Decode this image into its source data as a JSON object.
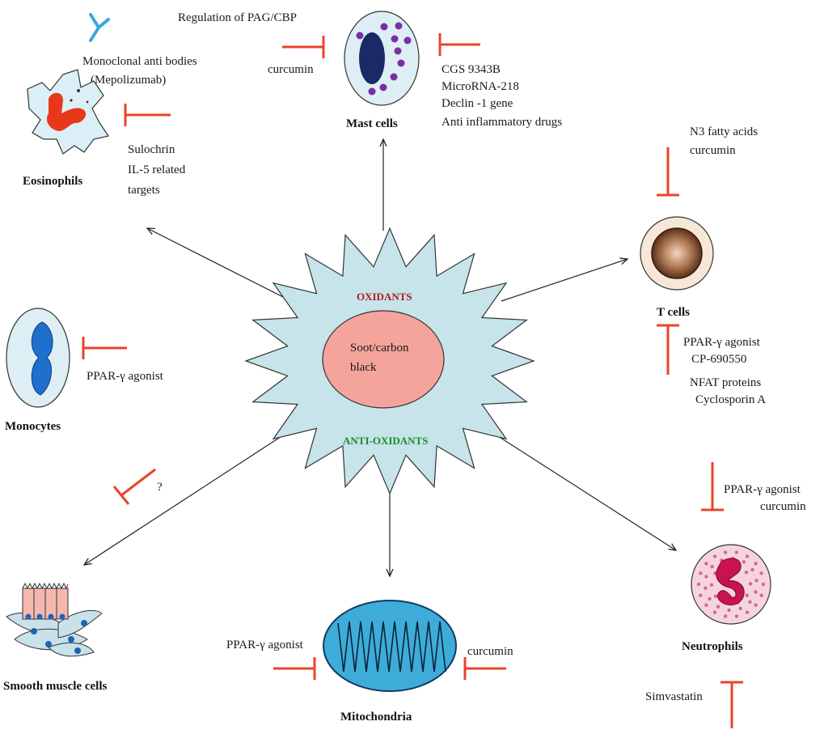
{
  "center": {
    "top_label": "OXIDANTS",
    "core_line1": "Soot/carbon",
    "core_line2": "black",
    "bottom_label": "ANTI-OXIDANTS",
    "colors": {
      "star": "#c6e4ea",
      "core": "#f4a49a",
      "oxidants": "#b01c1c",
      "antioxidants": "#1e8a2a",
      "inhibitor": "#e8442a"
    }
  },
  "mast": {
    "name": "Mast cells",
    "left_top": "Regulation of PAG/CBP",
    "left_bottom": "curcumin",
    "right": [
      "CGS 9343B",
      "MicroRNA-218",
      "Declin -1 gene",
      "Anti inflammatory  drugs"
    ]
  },
  "eosinophils": {
    "name": "Eosinophils",
    "antibody_line1": "Monoclonal  anti bodies",
    "antibody_line2": "(Mepolizumab)",
    "targets": [
      "Sulochrin",
      "IL-5 related",
      "targets"
    ]
  },
  "tcells": {
    "name": "T cells",
    "top": [
      "N3 fatty acids",
      "curcumin"
    ],
    "bottom": [
      "PPAR-γ agonist",
      "CP-690550",
      "NFAT proteins",
      "Cyclosporin A"
    ]
  },
  "monocytes": {
    "name": "Monocytes",
    "drug": "PPAR-γ agonist"
  },
  "smooth": {
    "name": "Smooth  muscle cells",
    "unknown": "?"
  },
  "mitochondria": {
    "name": "Mitochondria",
    "left": "PPAR-γ agonist",
    "right": "curcumin"
  },
  "neutrophils": {
    "name": "Neutrophils",
    "top": [
      "PPAR-γ agonist",
      "curcumin"
    ],
    "bottom": "Simvastatin"
  }
}
